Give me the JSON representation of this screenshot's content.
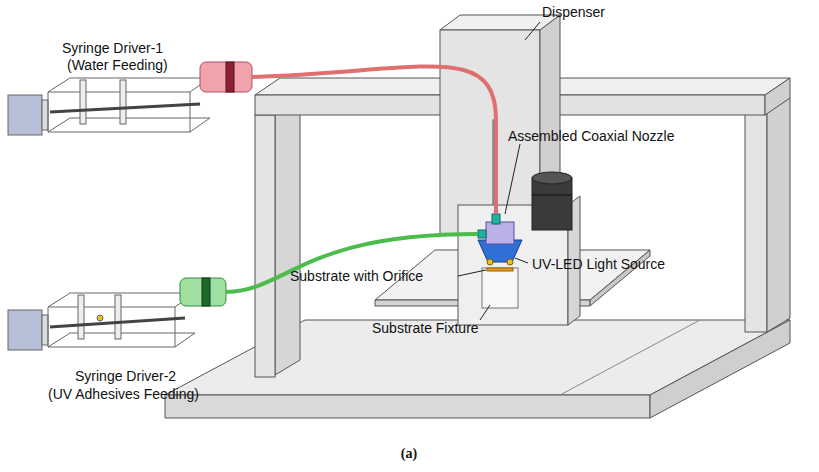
{
  "diagram": {
    "caption": "(a)",
    "labels": [
      "Dispenser",
      "Syringe Driver-1",
      "(Water Feeding)",
      "Assembled Coaxial Nozzle",
      "UV-LED Light Source",
      "Substrate with Orifice",
      "Substrate Fixture",
      "Syringe Driver-2",
      "(UV Adhesives Feeding)"
    ]
  }
}
